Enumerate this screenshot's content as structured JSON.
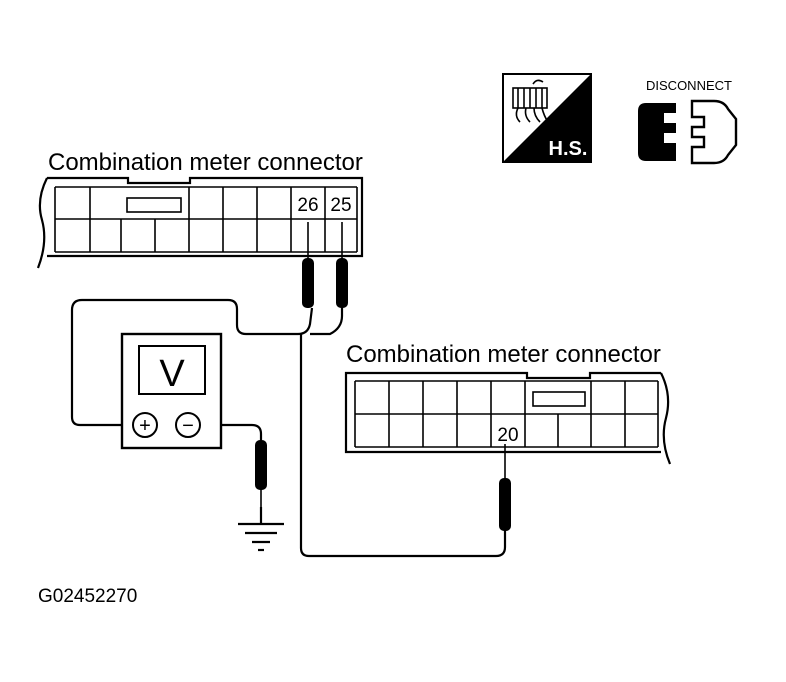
{
  "connector_top": {
    "title": "Combination meter connector",
    "pin_a": "26",
    "pin_b": "25"
  },
  "connector_bottom": {
    "title": "Combination meter connector",
    "pin": "20"
  },
  "meter": {
    "display": "V",
    "plus_symbol": "+",
    "minus_symbol": "−"
  },
  "hs_badge": {
    "label": "H.S."
  },
  "disconnect_badge": {
    "label": "DISCONNECT"
  },
  "figure_id": "G02452270"
}
